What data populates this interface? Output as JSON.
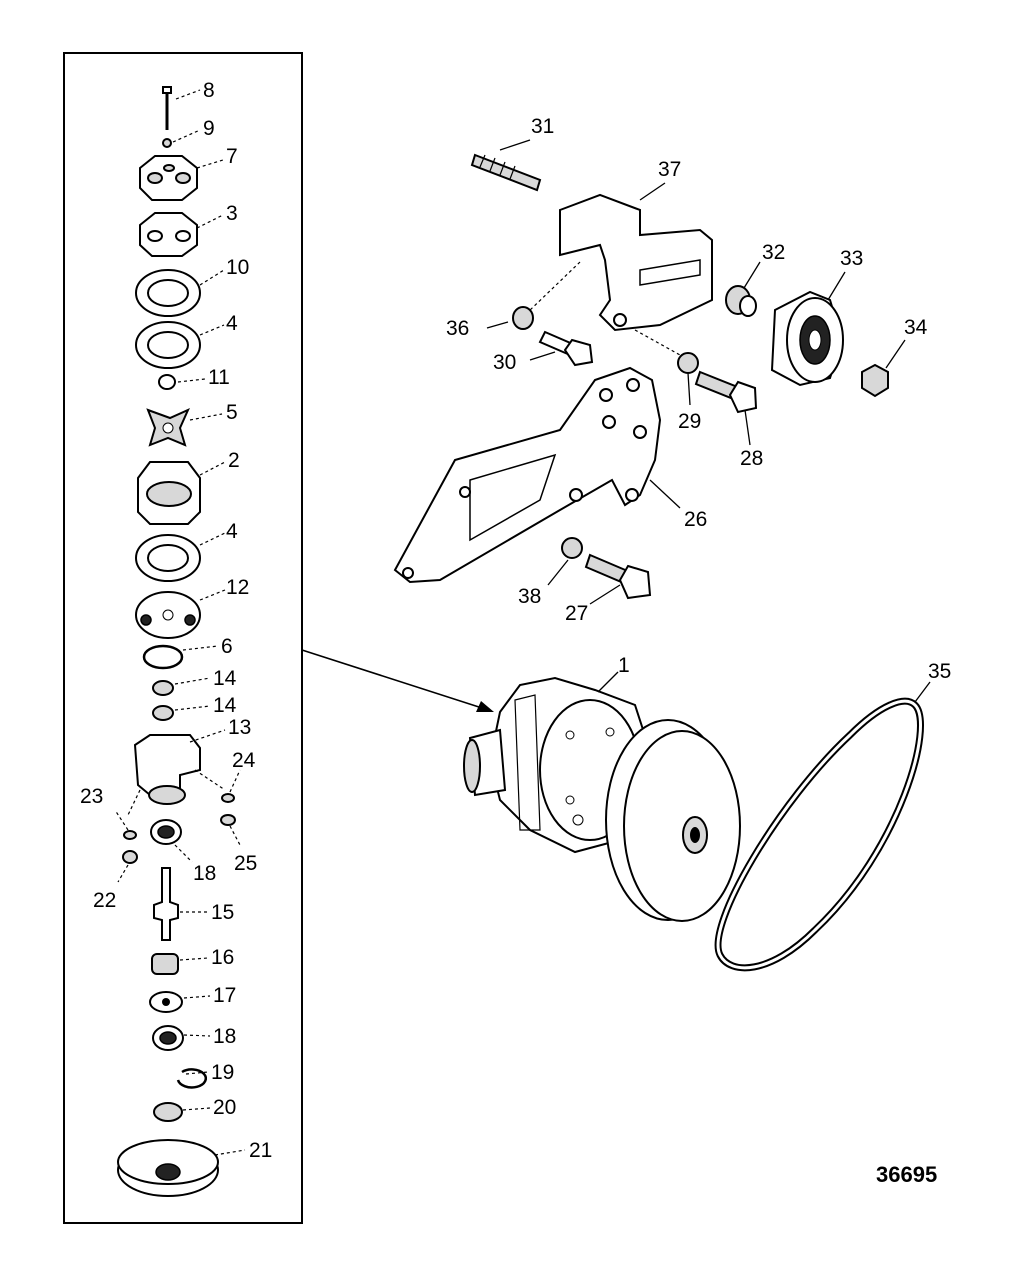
{
  "figure_id": "36695",
  "callouts": {
    "p1": "1",
    "p2": "2",
    "p3": "3",
    "p4a": "4",
    "p4b": "4",
    "p5": "5",
    "p6": "6",
    "p7": "7",
    "p8": "8",
    "p9": "9",
    "p10": "10",
    "p11": "11",
    "p12": "12",
    "p13": "13",
    "p14a": "14",
    "p14b": "14",
    "p15": "15",
    "p16": "16",
    "p17": "17",
    "p18a": "18",
    "p18b": "18",
    "p19": "19",
    "p20": "20",
    "p21": "21",
    "p22": "22",
    "p23": "23",
    "p24": "24",
    "p25": "25",
    "p26": "26",
    "p27": "27",
    "p28": "28",
    "p29": "29",
    "p30": "30",
    "p31": "31",
    "p32": "32",
    "p33": "33",
    "p34": "34",
    "p35": "35",
    "p36": "36",
    "p37": "37",
    "p38": "38"
  }
}
